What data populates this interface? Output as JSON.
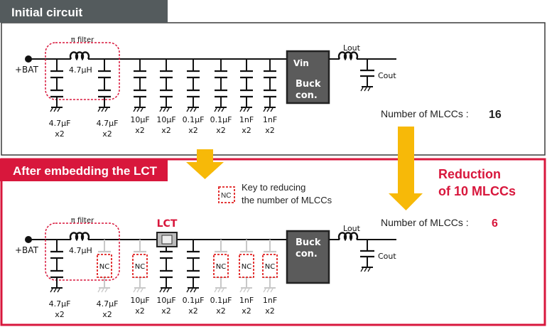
{
  "colors": {
    "accent_red": "#d8173c",
    "dark_gray": "#545b5d",
    "arrow_yellow": "#f7b908",
    "block_gray": "#5b5b5b",
    "nc_gray": "#c8c8c8"
  },
  "top": {
    "title": "Initial circuit",
    "pi_filter": "π filter",
    "bat": "+BAT",
    "inductor": "4.7μH",
    "buck_vin": "Vin",
    "buck_line1": "Buck",
    "buck_line2": "con.",
    "lout": "Lout",
    "cout": "Cout",
    "count_label": "Number of MLCCs :",
    "count_value": "16",
    "caps": [
      {
        "value": "4.7μF",
        "qty": "x2",
        "nc": false
      },
      {
        "value": "4.7μF",
        "qty": "x2",
        "nc": false
      },
      {
        "value": "10μF",
        "qty": "x2",
        "nc": false
      },
      {
        "value": "10μF",
        "qty": "x2",
        "nc": false
      },
      {
        "value": "0.1μF",
        "qty": "x2",
        "nc": false
      },
      {
        "value": "0.1μF",
        "qty": "x2",
        "nc": false
      },
      {
        "value": "1nF",
        "qty": "x2",
        "nc": false
      },
      {
        "value": "1nF",
        "qty": "x2",
        "nc": false
      }
    ]
  },
  "bottom": {
    "title": "After embedding the LCT",
    "pi_filter": "π filter",
    "bat": "+BAT",
    "inductor": "4.7μH",
    "lct": "LCT",
    "buck_line1": "Buck",
    "buck_line2": "con.",
    "lout": "Lout",
    "cout": "Cout",
    "nc": "NC",
    "legend_line1": "Key to reducing",
    "legend_line2": "the number of MLCCs",
    "count_label": "Number of MLCCs :",
    "count_value": "6",
    "caps": [
      {
        "value": "4.7μF",
        "qty": "x2",
        "nc": false
      },
      {
        "value": "4.7μF",
        "qty": "x2",
        "nc": true
      },
      {
        "value": "10μF",
        "qty": "x2",
        "nc": true
      },
      {
        "value": "10μF",
        "qty": "x2",
        "nc": false
      },
      {
        "value": "0.1μF",
        "qty": "x2",
        "nc": false
      },
      {
        "value": "0.1μF",
        "qty": "x2",
        "nc": true
      },
      {
        "value": "1nF",
        "qty": "x2",
        "nc": true
      },
      {
        "value": "1nF",
        "qty": "x2",
        "nc": true
      }
    ]
  },
  "reduction": {
    "line1": "Reduction",
    "line2": "of 10 MLCCs"
  }
}
